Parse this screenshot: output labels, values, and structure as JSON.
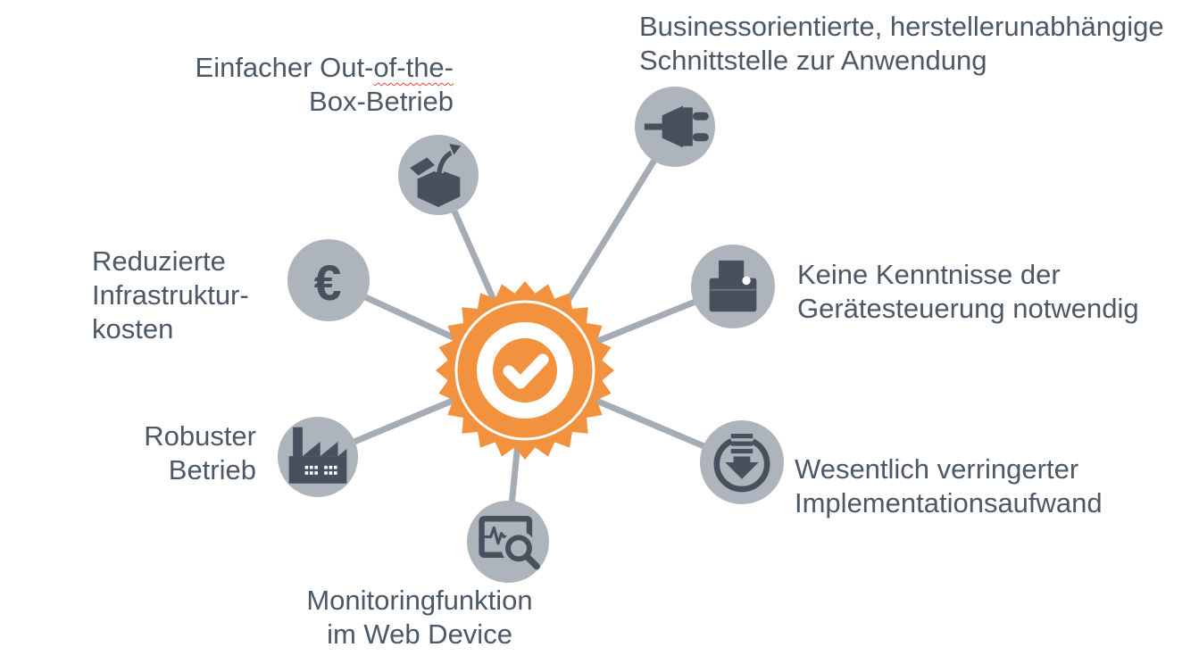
{
  "colors": {
    "accent_orange": "#F2913E",
    "node_circle_gray": "#AEB4BC",
    "icon_glyph_dark": "#47515D",
    "connector_gray": "#A6ACB4",
    "label_text": "#4D5866",
    "spellcheck_squiggle": "#E0483E"
  },
  "center": {
    "icon": "check-seal-icon"
  },
  "nodes": {
    "out_of_box": {
      "icon": "open-box-icon",
      "line1_prefix": "Einfacher Out-",
      "line1_squiggle1": "of-",
      "line1_squiggle2": "the-",
      "line2": "Box-Betrieb"
    },
    "business": {
      "icon": "plug-icon",
      "line1": "Businessorientierte, herstellerunabhängige",
      "line2": "Schnittstelle zur Anwendung"
    },
    "infrastructure": {
      "icon": "euro-icon",
      "line1": "Reduzierte",
      "line2": "Infrastruktur-",
      "line3": "kosten"
    },
    "device_control": {
      "icon": "printer-icon",
      "line1": "Keine Kenntnisse der",
      "line2": "Gerätesteuerung notwendig"
    },
    "robust": {
      "icon": "factory-icon",
      "line1": "Robuster",
      "line2": "Betrieb"
    },
    "implementation": {
      "icon": "download-icon",
      "line1": "Wesentlich verringerter",
      "line2": "Implementationsaufwand"
    },
    "monitoring": {
      "icon": "monitor-search-icon",
      "line1": "Monitoringfunktion",
      "line2": "im Web Device"
    }
  }
}
